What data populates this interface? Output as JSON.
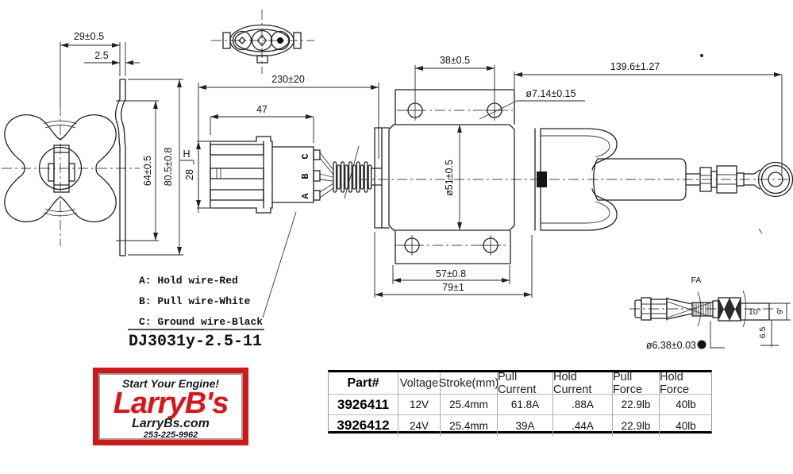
{
  "drawing": {
    "left_view": {
      "d29": "29±0.5",
      "d2_5": "2.5",
      "d64": "64±0.5",
      "d80_5": "80.5±0.8",
      "datum": "H"
    },
    "connector": {
      "d230": "230±20",
      "d47": "47",
      "d28": "28",
      "pin_a": "A",
      "pin_b": "B",
      "pin_c": "C"
    },
    "body": {
      "d38": "38±0.5",
      "d7_14": "ø7.14±0.15",
      "d139": "139.6±1.27",
      "d51": "ø51±0.5",
      "d57": "57±0.8",
      "d79": "79±1"
    },
    "detail": {
      "d6_38": "ø6.38±0.03",
      "d10": "10°",
      "d6_5": "6.5",
      "d9": "9",
      "label": "FA"
    },
    "legend": {
      "line_a": "A: Hold wire-Red",
      "line_b": "B: Pull wire-White",
      "line_c": "C: Ground wire-Black",
      "model": "DJ3031y-2.5-11"
    }
  },
  "logo": {
    "tagline": "Start Your Engine!",
    "brand": "LarryB's",
    "website": "LarryBs.com",
    "phone": "253-225-9962",
    "brand_color": "#e01417",
    "border_color": "#d51619"
  },
  "table": {
    "headers": [
      "Part#",
      "Voltage",
      "Stroke(mm)",
      "Pull Current",
      "Hold Current",
      "Pull Force",
      "Hold Force"
    ],
    "rows": [
      [
        "3926411",
        "12V",
        "25.4mm",
        "61.8A",
        ".88A",
        "22.9lb",
        "40lb"
      ],
      [
        "3926412",
        "24V",
        "25.4mm",
        "39A",
        ".44A",
        "22.9lb",
        "40lb"
      ]
    ]
  }
}
